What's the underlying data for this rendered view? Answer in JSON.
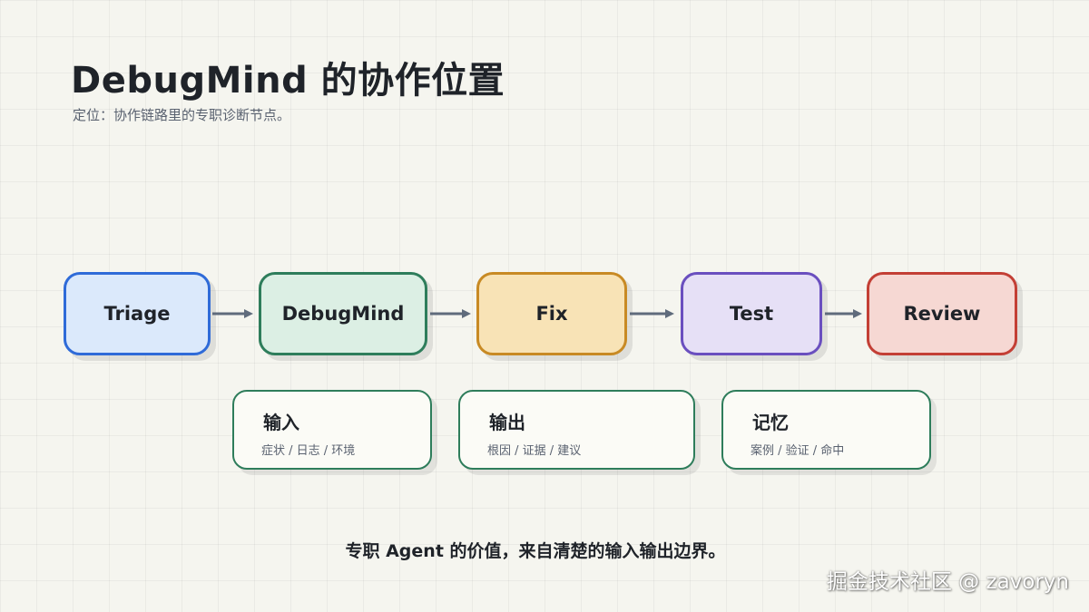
{
  "header": {
    "title": "DebugMind 的协作位置",
    "subtitle": "定位：协作链路里的专职诊断节点。"
  },
  "pipeline": {
    "stages": [
      {
        "label": "Triage",
        "fill": "#dbe9fb",
        "border": "#2f6bd8"
      },
      {
        "label": "DebugMind",
        "fill": "#dcefe4",
        "border": "#2e7d5b"
      },
      {
        "label": "Fix",
        "fill": "#f8e3b6",
        "border": "#c88a24"
      },
      {
        "label": "Test",
        "fill": "#e6e0f6",
        "border": "#6a4fbf"
      },
      {
        "label": "Review",
        "fill": "#f6d8d3",
        "border": "#c33f35"
      }
    ],
    "arrow_color": "#5f6b7c"
  },
  "info_boxes": [
    {
      "title": "输入",
      "desc": "症状 / 日志 / 环境"
    },
    {
      "title": "输出",
      "desc": "根因 / 证据 / 建议"
    },
    {
      "title": "记忆",
      "desc": "案例 / 验证 / 命中"
    }
  ],
  "info_border_color": "#2e7d5b",
  "conclusion": "专职 Agent 的价值，来自清楚的输入输出边界。",
  "watermark": "掘金技术社区 @ zavoryn"
}
